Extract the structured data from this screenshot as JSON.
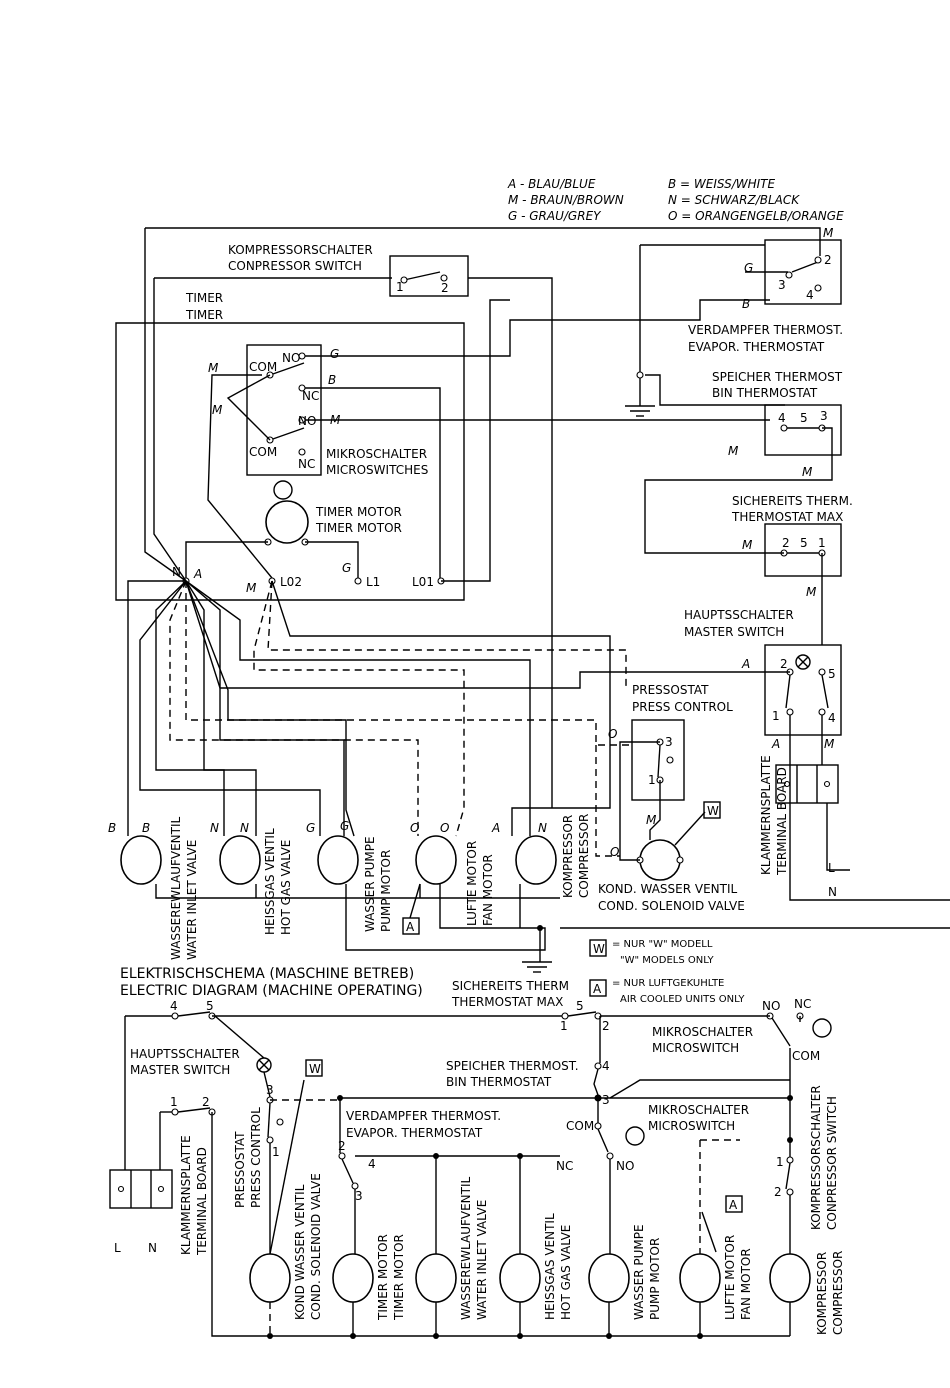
{
  "legend": {
    "a": "A - BLAU/BLUE",
    "m": "M - BRAUN/BROWN",
    "g": "G - GRAU/GREY",
    "b": "B = WEISS/WHITE",
    "n": "N = SCHWARZ/BLACK",
    "o": "O = ORANGENGELB/ORANGE"
  },
  "top": {
    "comp_switch_de": "KOMPRESSORSCHALTER",
    "comp_switch_en": "CONPRESSOR SWITCH",
    "timer_de": "TIMER",
    "timer_en": "TIMER",
    "micro_de": "MIKROSCHALTER",
    "micro_en": "MICROSWITCHES",
    "timer_motor_de": "TIMER MOTOR",
    "timer_motor_en": "TIMER MOTOR",
    "evap_de": "VERDAMPFER THERMOST.",
    "evap_en": "EVAPOR. THERMOSTAT",
    "bin_de": "SPEICHER THERMOST",
    "bin_en": "BIN THERMOSTAT",
    "safety_de": "SICHEREITS THERM.",
    "safety_en": "THERMOSTAT MAX",
    "master_de": "HAUPTSSCHALTER",
    "master_en": "MASTER SWITCH",
    "press_de": "PRESSOSTAT",
    "press_en": "PRESS CONTROL",
    "terminal_de": "KLAMMERNSPLATTE",
    "terminal_en": "TERMINAL BOARD",
    "cond_de": "KOND. WASSER VENTIL",
    "cond_en": "COND. SOLENOID VALVE",
    "m1_de": "WASSEREWLAUFVENTIL",
    "m1_en": "WATER INLET VALVE",
    "m2_de": "HEISSGAS VENTIL",
    "m2_en": "HOT GAS VALVE",
    "m3_de": "WASSER PUMPE",
    "m3_en": "PUMP MOTOR",
    "m4_de": "LUFTE MOTOR",
    "m4_en": "FAN MOTOR",
    "m5_de": "KOMPRESSOR",
    "m5_en": "COMPRESSOR"
  },
  "notes": {
    "w_box": "W",
    "w_de": "= NUR \"W\" MODELL",
    "w_en": "\"W\" MODELS ONLY",
    "a_box": "A",
    "a_de": "= NUR LUFTGEKUHLTE",
    "a_en": "AIR COOLED UNITS ONLY"
  },
  "title": {
    "de": "ELEKTRISCHSCHEMA (MASCHINE BETREB)",
    "en": "ELECTRIC DIAGRAM (MACHINE OPERATING)"
  },
  "bottom": {
    "safety_de": "SICHEREITS THERM",
    "safety_en": "THERMOSTAT MAX",
    "micro1_de": "MIKROSCHALTER",
    "micro1_en": "MICROSWITCH",
    "master_de": "HAUPTSSCHALTER",
    "master_en": "MASTER SWITCH",
    "bin_de": "SPEICHER THERMOST.",
    "bin_en": "BIN THERMOSTAT",
    "evap_de": "VERDAMPFER THERMOST.",
    "evap_en": "EVAPOR. THERMOSTAT",
    "micro2_de": "MIKROSCHALTER",
    "micro2_en": "MICROSWITCH",
    "comp_de": "KOMPRESSORSCHALTER",
    "comp_en": "CONPRESSOR SWITCH",
    "press_de": "PRESSOSTAT",
    "press_en": "PRESS CONTROL",
    "terminal_de": "KLAMMERNSPLATTE",
    "terminal_en": "TERMINAL BOARD",
    "m_cond_de": "KOND WASSER VENTIL",
    "m_cond_en": "COND. SOLENOID VALVE",
    "m_timer_de": "TIMER MOTOR",
    "m_timer_en": "TIMER MOTOR",
    "m_inlet_de": "WASSEREWLAUFVENTIL",
    "m_inlet_en": "WATER INLET VALVE",
    "m_hot_de": "HEISSGAS VENTIL",
    "m_hot_en": "HOT GAS VALVE",
    "m_pump_de": "WASSER PUMPE",
    "m_pump_en": "PUMP MOTOR",
    "m_fan_de": "LUFTE MOTOR",
    "m_fan_en": "FAN MOTOR",
    "m_comp_de": "KOMPRESSOR",
    "m_comp_en": "COMPRESSOR"
  }
}
